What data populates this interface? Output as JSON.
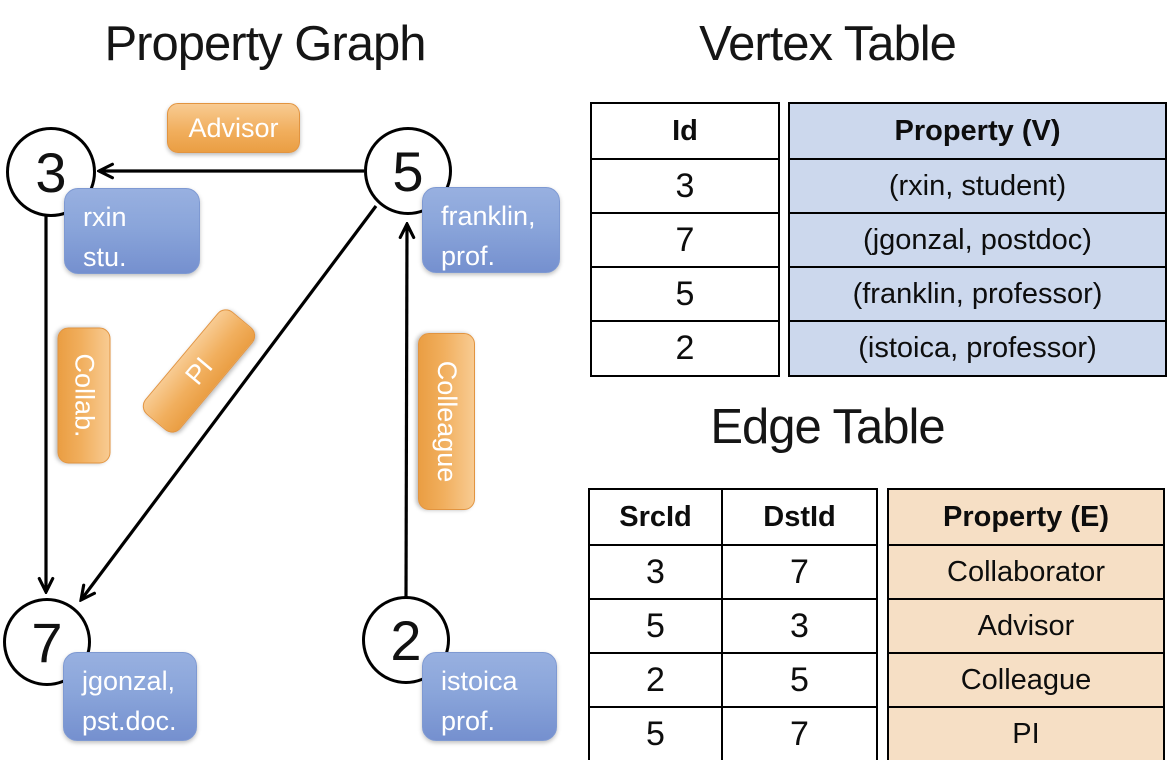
{
  "graph": {
    "title": "Property Graph",
    "nodes": [
      {
        "id": "3"
      },
      {
        "id": "5"
      },
      {
        "id": "7"
      },
      {
        "id": "2"
      }
    ],
    "vertex_labels": [
      {
        "lines": [
          "rxin",
          "stu."
        ]
      },
      {
        "lines": [
          "franklin,",
          "prof."
        ]
      },
      {
        "lines": [
          "jgonzal,",
          "pst.doc."
        ]
      },
      {
        "lines": [
          "istoica",
          "prof."
        ]
      }
    ],
    "edge_labels": [
      {
        "label": "Advisor"
      },
      {
        "label": "Collab."
      },
      {
        "label": "PI"
      },
      {
        "label": "Colleague"
      }
    ]
  },
  "vertex_table": {
    "title": "Vertex Table",
    "columns": {
      "id": "Id",
      "property": "Property (V)"
    },
    "rows": [
      {
        "id": "3",
        "property": "(rxin, student)"
      },
      {
        "id": "7",
        "property": "(jgonzal, postdoc)"
      },
      {
        "id": "5",
        "property": "(franklin, professor)"
      },
      {
        "id": "2",
        "property": "(istoica, professor)"
      }
    ]
  },
  "edge_table": {
    "title": "Edge Table",
    "columns": {
      "src": "SrcId",
      "dst": "DstId",
      "property": "Property (E)"
    },
    "rows": [
      {
        "src": "3",
        "dst": "7",
        "property": "Collaborator"
      },
      {
        "src": "5",
        "dst": "3",
        "property": "Advisor"
      },
      {
        "src": "2",
        "dst": "5",
        "property": "Colleague"
      },
      {
        "src": "5",
        "dst": "7",
        "property": "PI"
      }
    ]
  },
  "colors": {
    "vertex_cell_fill": "#ccd8ed",
    "edge_cell_fill": "#f6dfc5",
    "edge_label_orange": "#efa74f",
    "vertex_label_blue": "#84a0d8",
    "line_black": "#000000"
  }
}
